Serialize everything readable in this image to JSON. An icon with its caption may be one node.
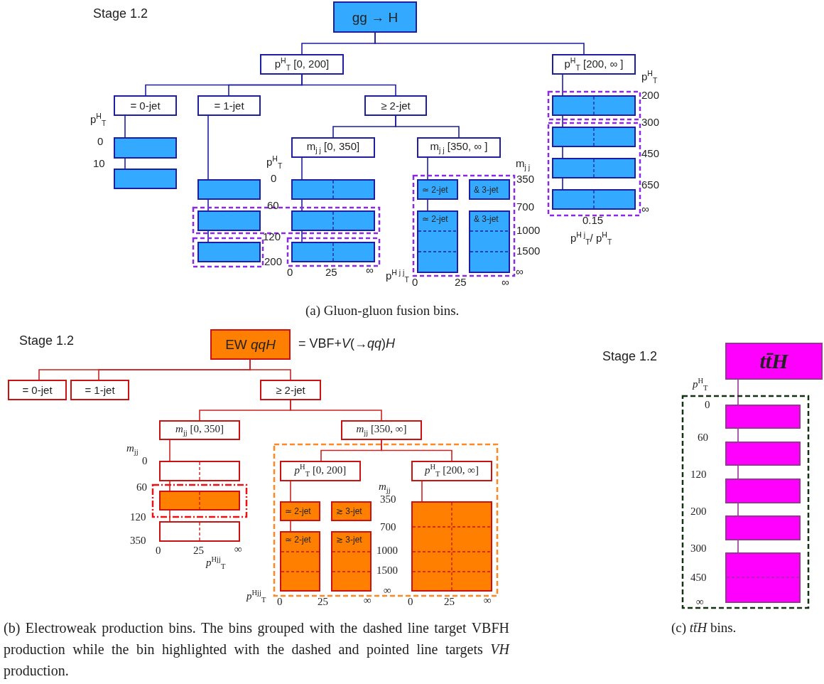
{
  "diagram": {
    "nodes": [
      {
        "text": [
          "gg → H"
        ]
      },
      {
        "text": [
          "p$^{H}$$_{T}$ [0, 200]"
        ]
      },
      {
        "text": [
          "p$^{H}$$_{T}$ [200, ∞ ]"
        ]
      },
      {
        "text": [
          "= 0-jet"
        ]
      },
      {
        "text": [
          "= 1-jet"
        ]
      },
      {
        "text": [
          "≥ 2-jet"
        ]
      },
      {
        "text": [
          "m$_{j j}$ [0, 350]"
        ]
      },
      {
        "text": [
          "m$_{j j}$ [350, ∞ ]"
        ]
      },
      {
        "text": [],
        "shape": "box"
      },
      {
        "text": [],
        "shape": "box"
      },
      {
        "text": [],
        "shape": "box"
      },
      {
        "text": [],
        "shape": "box"
      },
      {
        "text": [],
        "shape": "box"
      },
      {
        "text": [],
        "shape": "box"
      },
      {
        "text": [],
        "shape": "box"
      },
      {
        "text": [],
        "shape": "box"
      },
      {
        "text": [
          "≃ 2-jet"
        ]
      },
      {
        "text": [
          "& 3-jet"
        ]
      },
      {
        "text": [
          "≃ 2-jet"
        ]
      },
      {
        "text": [
          "& 3-jet"
        ]
      },
      {
        "text": [],
        "shape": "box"
      },
      {
        "text": [],
        "shape": "box"
      },
      {
        "text": [],
        "shape": "box"
      },
      {
        "text": [],
        "shape": "box"
      },
      {
        "text": [
          "EW *qqH*"
        ],
        "beside": [
          "= VBF+*V*(→*qq*)*H*"
        ]
      },
      {
        "text": [
          "= 0-jet"
        ]
      },
      {
        "text": [
          "= 1-jet"
        ]
      },
      {
        "text": [
          "≥ 2-jet"
        ]
      },
      {
        "text": [
          "*m*$_{jj}$ [0, 350]"
        ]
      },
      {
        "text": [
          "*m*$_{jj}$ [350, ∞]"
        ]
      },
      {
        "text": [],
        "shape": "box"
      },
      {
        "text": [],
        "shape": "box"
      },
      {
        "text": [],
        "shape": "box"
      },
      {
        "text": [
          "*p*$^{H}$$_{T}$ [0, 200]"
        ]
      },
      {
        "text": [
          "*p*$^{H}$$_{T}$ [200, ∞]"
        ]
      },
      {
        "text": [
          "≃ 2-jet"
        ]
      },
      {
        "text": [
          "≳ 3-jet"
        ]
      },
      {
        "text": [
          "≃ 2-jet"
        ]
      },
      {
        "text": [
          "≳ 3-jet"
        ]
      },
      {
        "text": [],
        "shape": "box"
      },
      {
        "text": [
          "*tt̄H*"
        ]
      },
      {
        "text": [],
        "shape": "box"
      },
      {
        "text": [],
        "shape": "box"
      },
      {
        "text": [],
        "shape": "box"
      },
      {
        "text": [],
        "shape": "box"
      },
      {
        "text": [],
        "shape": "box"
      }
    ],
    "edges": [
      {
        "from": 0,
        "to": 1,
        "arrow": "none"
      },
      {
        "from": 0,
        "to": 2,
        "arrow": "none"
      },
      {
        "from": 1,
        "to": 3,
        "arrow": "none"
      },
      {
        "from": 1,
        "to": 4,
        "arrow": "none"
      },
      {
        "from": 1,
        "to": 5,
        "arrow": "none"
      },
      {
        "from": 5,
        "to": 6,
        "arrow": "none"
      },
      {
        "from": 5,
        "to": 7,
        "arrow": "none"
      },
      {
        "from": 3,
        "to": 8,
        "arrow": "none"
      },
      {
        "from": 8,
        "to": 9,
        "arrow": "none"
      },
      {
        "from": 4,
        "to": 10,
        "arrow": "none"
      },
      {
        "from": 10,
        "to": 11,
        "arrow": "none"
      },
      {
        "from": 11,
        "to": 12,
        "arrow": "none"
      },
      {
        "from": 6,
        "to": 13,
        "arrow": "none"
      },
      {
        "from": 13,
        "to": 14,
        "arrow": "none"
      },
      {
        "from": 14,
        "to": 15,
        "arrow": "none"
      },
      {
        "from": 7,
        "to": 16,
        "arrow": "none"
      },
      {
        "from": 16,
        "to": 18,
        "arrow": "none"
      },
      {
        "from": 2,
        "to": 20,
        "arrow": "none"
      },
      {
        "from": 20,
        "to": 21,
        "arrow": "none"
      },
      {
        "from": 21,
        "to": 22,
        "arrow": "none"
      },
      {
        "from": 22,
        "to": 23,
        "arrow": "none"
      },
      {
        "from": 24,
        "to": 25,
        "arrow": "none",
        "color": "#cc2222"
      },
      {
        "from": 24,
        "to": 26,
        "arrow": "none",
        "color": "#cc2222"
      },
      {
        "from": 24,
        "to": 27,
        "arrow": "none",
        "color": "#cc2222"
      },
      {
        "from": 27,
        "to": 28,
        "arrow": "none",
        "color": "#cc2222"
      },
      {
        "from": 27,
        "to": 29,
        "arrow": "none",
        "color": "#cc2222"
      },
      {
        "from": 28,
        "to": 30,
        "arrow": "none",
        "color": "#cc2222"
      },
      {
        "from": 30,
        "to": 31,
        "arrow": "none",
        "color": "#cc2222"
      },
      {
        "from": 31,
        "to": 32,
        "arrow": "none",
        "color": "#cc2222"
      },
      {
        "from": 29,
        "to": 33,
        "arrow": "none",
        "color": "#cc2222"
      },
      {
        "from": 29,
        "to": 34,
        "arrow": "none",
        "color": "#cc2222"
      },
      {
        "from": 33,
        "to": 35,
        "arrow": "none",
        "color": "#cc2222"
      },
      {
        "from": 35,
        "to": 37,
        "arrow": "none",
        "color": "#cc2222"
      },
      {
        "from": 34,
        "to": 39,
        "arrow": "none",
        "color": "#cc2222"
      },
      {
        "from": 40,
        "to": 41,
        "arrow": "none",
        "color": "#993399"
      },
      {
        "from": 41,
        "to": 42,
        "arrow": "none",
        "color": "#993399"
      },
      {
        "from": 42,
        "to": 43,
        "arrow": "none",
        "color": "#993399"
      },
      {
        "from": 43,
        "to": 44,
        "arrow": "none",
        "color": "#993399"
      },
      {
        "from": 44,
        "to": 45,
        "arrow": "none",
        "color": "#993399"
      }
    ],
    "labels": [
      "Stage 1.2",
      "p$^{H}$$_{T}$",
      "0",
      "10",
      "p$^{H}$$_{T}$",
      "0",
      "60",
      "120",
      "200",
      "0",
      "25",
      "∞",
      "p$^{H j j}$$_{T}$",
      "m$_{j j}$",
      "350",
      "700",
      "1000",
      "1500",
      "∞",
      "0",
      "25",
      "∞",
      "p$^{H}$$_{T}$",
      "200",
      "300",
      "450",
      "650",
      "∞",
      "0.15",
      "p$^{H j}$$_{T}$/ p$^{H}$$_{T}$",
      "(a) Gluon-gluon fusion bins.",
      "Stage 1.2",
      "*m*$_{jj}$",
      "0",
      "60",
      "120",
      "350",
      "0",
      "25",
      "*p*$^{Hjj}$$_{T}$",
      "∞",
      "*m*$_{jj}$",
      "350",
      "700",
      "1000",
      "1500",
      "∞",
      "*p*$^{Hjj}$$_{T}$",
      "0",
      "25",
      "∞",
      "0",
      "25",
      "∞",
      "(b) Electroweak production bins. The bins grouped with the dashed line target VBFH production while the bin highlighted with the dashed and pointed line targets *VH* production.",
      "Stage 1.2",
      "*p*$^{H}$$_{T}$",
      "0",
      "60",
      "120",
      "200",
      "300",
      "450",
      "∞",
      "(c) *tt̄H* bins."
    ]
  }
}
